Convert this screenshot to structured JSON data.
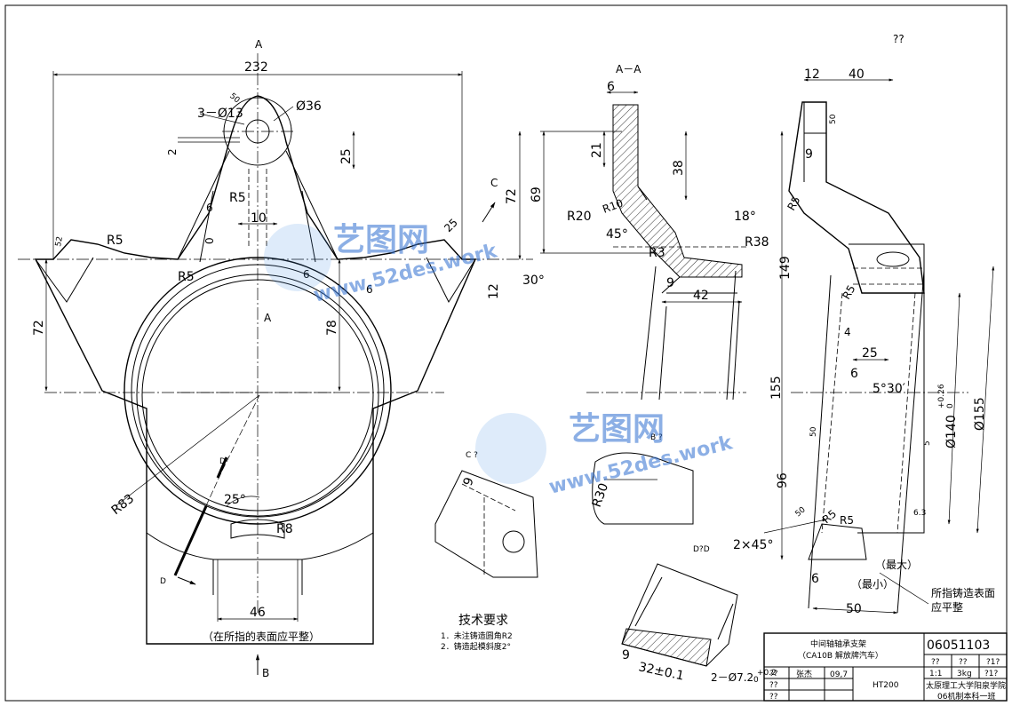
{
  "header": {
    "view_label": "A",
    "roughness_label": "?? "
  },
  "views": {
    "section_aa": "A－A",
    "view_a_mark": "A",
    "view_b_mark": "B",
    "view_c_mark": "C",
    "view_d_mark": "D",
    "detail_c": "C ?",
    "detail_b": "B ?",
    "detail_d": "D?D"
  },
  "front_dims": {
    "d232": "232",
    "holes": "3－Ø13",
    "d36": "Ø36",
    "d50": "50",
    "d2": "2",
    "d25": "25",
    "d72a": "72",
    "d72b": "72",
    "r5a": "R5",
    "r5b": "R5",
    "r5c": "R5",
    "d6a": "6",
    "d6b": "6",
    "d6c": "6",
    "d10": "10",
    "d0": "0",
    "d25b": "25",
    "d12": "12",
    "d30deg": "30°",
    "d78": "78",
    "r83": "R83",
    "d25deg": "25°",
    "r8": "R8",
    "d46": "46",
    "note": "（在所指的表面应平整）",
    "d52": "52"
  },
  "section_dims": {
    "d6": "6",
    "d21": "21",
    "d69": "69",
    "d38": "38",
    "r20": "R20",
    "r10": "R10",
    "d45deg": "45°",
    "d18deg": "18°",
    "r38": "R38",
    "r3": "R3",
    "d9": "9",
    "d42": "42"
  },
  "side_dims": {
    "d12": "12",
    "d40": "40",
    "d50a": "50",
    "d9a": "9",
    "r5a": "R5",
    "d149": "149",
    "r5b": "R5",
    "d4": "4",
    "d25": "25",
    "d6a": "6",
    "d155": "155",
    "d5deg": "5°30′",
    "d140": "Ø140",
    "tol140u": "+0.26",
    "tol140l": "0",
    "d155dia": "Ø155",
    "d50b": "50",
    "d96": "96",
    "d50c": "50",
    "r5c": "R5",
    "r5d": "R5",
    "d63": "6.3",
    "chamfer": "2×45°",
    "max": "（最大）",
    "min": "（最小）",
    "d6b": "6",
    "d50d": "50",
    "note1": "所指铸造表面",
    "note2": "应平整",
    "d5": "5"
  },
  "detail_dims": {
    "c9": "9",
    "r30": "R30",
    "d9": "9",
    "d32": "32±0.1",
    "d72": "2－Ø7.2",
    "d72tol": "+0.2",
    "d72tol0": "0"
  },
  "tech": {
    "title": "技术要求",
    "item1": "1．未注铸造圆角R2",
    "item2": "2．铸造起模斜度2°"
  },
  "title_block": {
    "part_name": "中间轴轴承支架",
    "part_sub": "（CA10B 解放牌汽车）",
    "drawing_no": "06051103",
    "h1": "??",
    "h2": "??",
    "h3": "?1?",
    "scale": "1:1",
    "weight": "3kg",
    "sheet": "?1?",
    "r1": "??",
    "r2": "??",
    "r3": "??",
    "designer": "张杰",
    "date": "09,7",
    "material": "HT200",
    "school": "太原理工大学阳泉学院",
    "class_name": "06机制本科一班"
  },
  "watermark": {
    "brand": "艺图网",
    "url": "www.52des.work"
  }
}
